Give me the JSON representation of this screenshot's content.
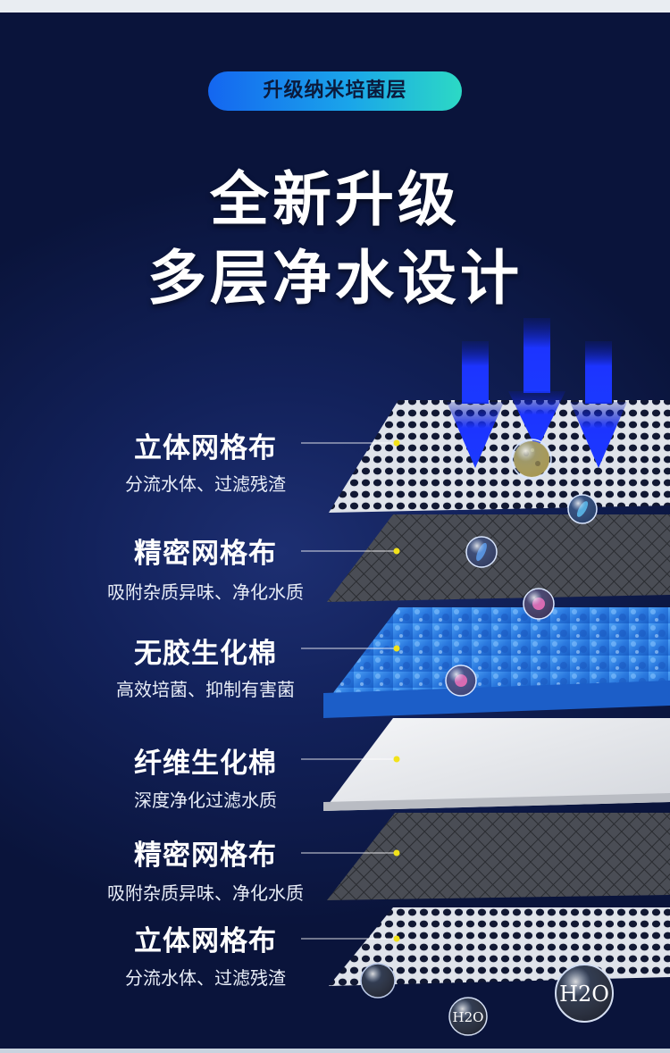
{
  "badge": {
    "label": "升级纳米培菌层"
  },
  "headline": {
    "line1": "全新升级",
    "line2": "多层净水设计"
  },
  "layers": [
    {
      "title": "立体网格布",
      "desc": "分流水体、过滤残渣"
    },
    {
      "title": "精密网格布",
      "desc": "吸附杂质异味、净化水质"
    },
    {
      "title": "无胶生化棉",
      "desc": "高效培菌、抑制有害菌"
    },
    {
      "title": "纤维生化棉",
      "desc": "深度净化过滤水质"
    },
    {
      "title": "精密网格布",
      "desc": "吸附杂质异味、净化水质"
    },
    {
      "title": "立体网格布",
      "desc": "分流水体、过滤残渣"
    }
  ],
  "bubbles": {
    "h2o": "H2O"
  },
  "colors": {
    "background": "#12215a",
    "badge_start": "#1466f0",
    "badge_end": "#2cd9c5",
    "arrow": "#1733ff",
    "leader_dot": "#f2e21a",
    "blue_sponge": "#2d7fe0"
  },
  "icons": [
    "down-arrow-icon",
    "particle-bubble-icon",
    "bacteria-bubble-icon",
    "h2o-bubble-icon"
  ]
}
